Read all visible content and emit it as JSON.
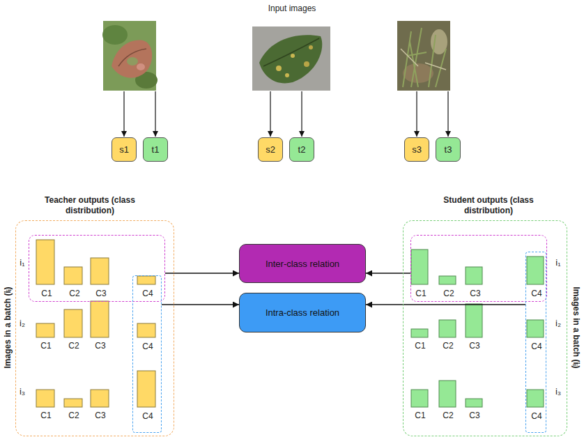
{
  "diagram": {
    "title": "Input images",
    "nodes": [
      {
        "text": [
          "s1"
        ]
      },
      {
        "text": [
          "t1"
        ]
      },
      {
        "text": [
          "s2"
        ]
      },
      {
        "text": [
          "t2"
        ]
      },
      {
        "text": [
          "s3"
        ]
      },
      {
        "text": [
          "t3"
        ]
      },
      {
        "text": [
          "Teacher outputs (class distribution)",
          "i₁",
          "i₂",
          "C1",
          "C2",
          "C3",
          "i₃",
          "C1",
          "C2",
          "C3"
        ]
      },
      {
        "text": [
          "C1",
          "C2",
          "C3",
          "C4"
        ],
        "in": 6
      },
      {
        "text": [
          "C4",
          "C4"
        ],
        "in": 6
      },
      {
        "text": [
          "Inter-class relation"
        ]
      },
      {
        "text": [
          "Intra-class relation"
        ]
      },
      {
        "text": [
          "Student outputs (class distribution)",
          "i₁",
          "C1",
          "C2",
          "C3",
          "i₂",
          "C1",
          "C2",
          "C3",
          "i₃"
        ]
      },
      {
        "text": [
          "C1",
          "C2",
          "C3",
          "C4"
        ],
        "in": 11
      },
      {
        "text": [
          "C4",
          "C4"
        ],
        "in": 11
      }
    ],
    "edges": [
      {
        "from": 7,
        "to": 9,
        "arrow": "to"
      },
      {
        "from": 12,
        "to": 9,
        "arrow": "to"
      },
      {
        "from": 8,
        "to": 10,
        "arrow": "to"
      },
      {
        "from": 13,
        "to": 10,
        "arrow": "to"
      }
    ],
    "labels": [
      "Images in a batch (iᵢ)",
      "Images in a batch (iᵢ)"
    ]
  }
}
